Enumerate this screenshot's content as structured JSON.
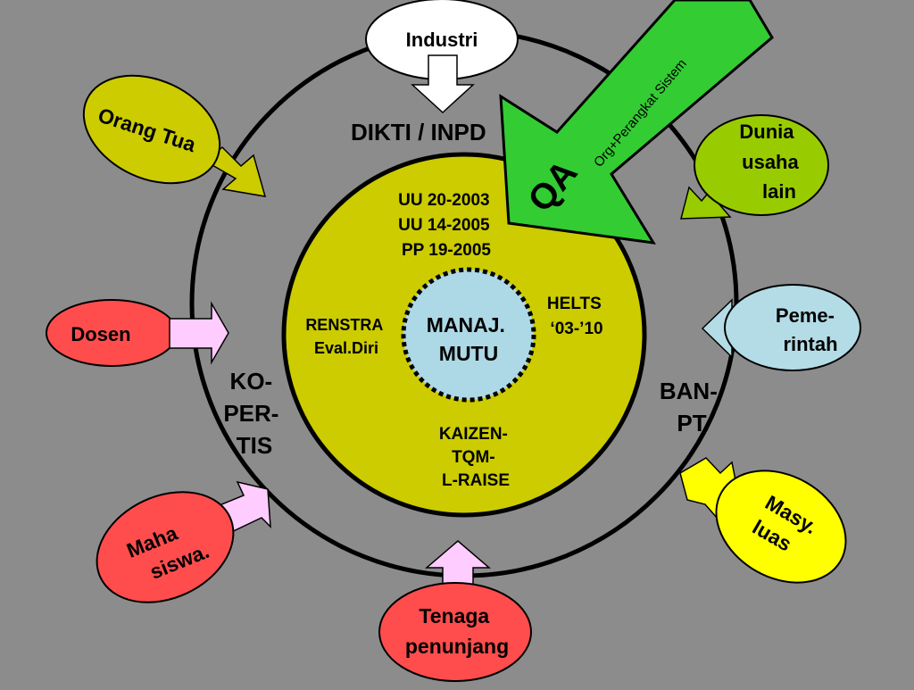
{
  "colors": {
    "background": "#8c8c8c",
    "outer_ring": "#000000",
    "inner_circle": "#cccc00",
    "core": "#add8e6",
    "qa_arrow": "#33cc33",
    "pink_arrow": "#ffccff",
    "white_arrow": "#ffffff",
    "olive_bubble": "#cccc00",
    "green_bubble": "#99cc00",
    "red_bubble": "#ff4d4d",
    "lightblue_bubble": "#b4dce6",
    "yellow_bubble": "#ffff00",
    "white_bubble": "#ffffff"
  },
  "outer_ring": {
    "top_label": "DIKTI / INPD",
    "left_label": [
      "KO-",
      "PER-",
      "TIS"
    ],
    "right_label": [
      "BAN-",
      "PT"
    ]
  },
  "inner_circle": {
    "laws": [
      "UU 20-2003",
      "UU 14-2005",
      "PP 19-2005"
    ],
    "left_label": [
      "RENSTRA",
      "Eval.Diri"
    ],
    "right_label": [
      "HELTS",
      "‘03-’10"
    ],
    "bottom_label": [
      "KAIZEN-",
      "TQM-",
      "L-RAISE"
    ]
  },
  "core": {
    "label": [
      "MANAJ.",
      "MUTU"
    ]
  },
  "qa_arrow": {
    "big_label": "QA",
    "small_label": "Org+Perangkat Sistem"
  },
  "stakeholders": {
    "industri": [
      "Industri"
    ],
    "orang_tua": [
      "Orang Tua"
    ],
    "dunia_usaha": [
      "Dunia",
      "usaha",
      "lain"
    ],
    "dosen": [
      "Dosen"
    ],
    "pemerintah": [
      "Peme-",
      "rintah"
    ],
    "mahasiswa": [
      "Maha",
      "siswa."
    ],
    "masyarakat": [
      "Masy.",
      "luas"
    ],
    "tenaga": [
      "Tenaga",
      "penunjang"
    ]
  }
}
